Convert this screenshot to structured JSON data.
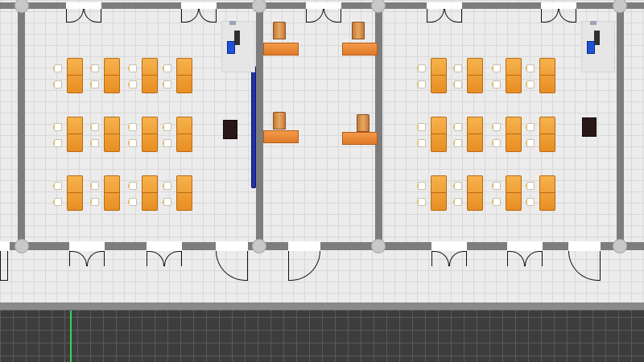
{
  "scene": {
    "description_tags": [
      "floor-plan",
      "classroom",
      "school-builder"
    ],
    "colors": {
      "wall": "#7d7d7d",
      "floor": "#ececec",
      "desk": "#f0a040",
      "board": "#2233aa",
      "teacher_desk": "#2a1818",
      "monitor": "#1e52d8",
      "build_grid": "#3d3d3d",
      "grid_highlight": "#39d35a"
    },
    "rooms": [
      {
        "id": "classroom-left",
        "type": "classroom",
        "desk_rows": 3,
        "desk_cols": 4
      },
      {
        "id": "lab-middle",
        "type": "lab",
        "tables": 4
      },
      {
        "id": "classroom-right",
        "type": "classroom",
        "desk_rows": 3,
        "desk_cols": 4
      }
    ],
    "icons": [
      "monitor-icon",
      "pc-case-icon",
      "door-icon",
      "whiteboard-icon"
    ]
  }
}
